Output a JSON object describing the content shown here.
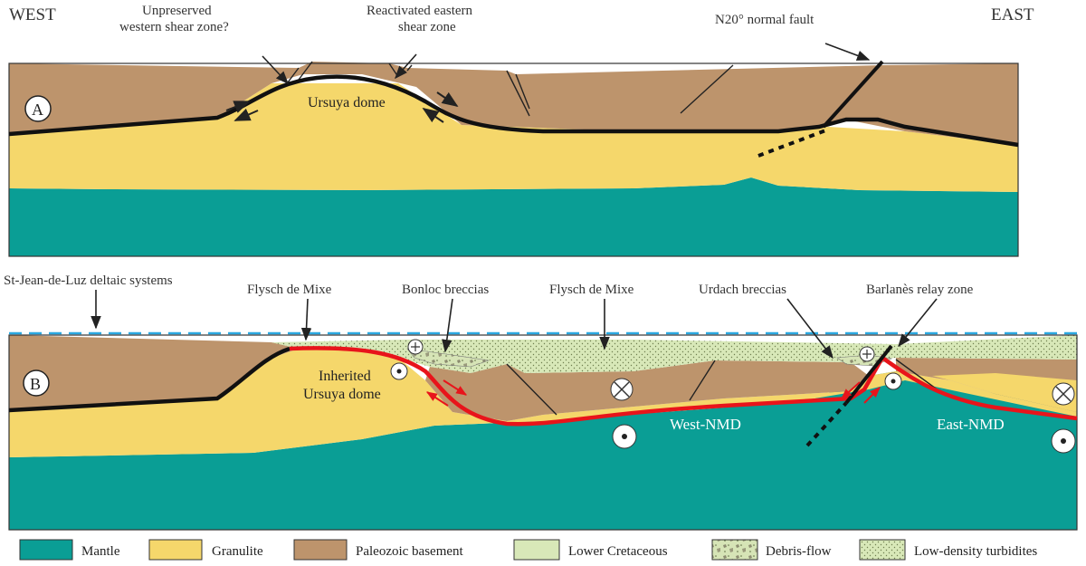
{
  "orientation": {
    "west": "WEST",
    "east": "EAST"
  },
  "panel_a": {
    "letter": "A",
    "labels": {
      "unpreserved_1": "Unpreserved",
      "unpreserved_2": "western shear zone?",
      "reactivated_1": "Reactivated eastern",
      "reactivated_2": "shear zone",
      "normal_fault": "N20° normal fault",
      "dome": "Ursuya dome"
    }
  },
  "panel_b": {
    "letter": "B",
    "labels": {
      "deltaic": "St-Jean-de-Luz deltaic systems",
      "flysch_1": "Flysch de Mixe",
      "bonloc": "Bonloc breccias",
      "flysch_2": "Flysch de Mixe",
      "urdach": "Urdach breccias",
      "barlanes": "Barlanès relay zone",
      "inherited_1": "Inherited",
      "inherited_2": "Ursuya dome",
      "west_nmd": "West-NMD",
      "east_nmd": "East-NMD"
    }
  },
  "legend": [
    {
      "label": "Mantle",
      "color": "#0a9e95",
      "pattern": "solid"
    },
    {
      "label": "Granulite",
      "color": "#f5d76b",
      "pattern": "solid"
    },
    {
      "label": "Paleozoic  basement",
      "color": "#bd946c",
      "pattern": "solid"
    },
    {
      "label": "Lower Cretaceous",
      "color": "#d8e8b8",
      "pattern": "solid"
    },
    {
      "label": "Debris-flow",
      "color": "#d6e4b6",
      "pattern": "debris"
    },
    {
      "label": "Low-density turbidites",
      "color": "#d8e8b8",
      "pattern": "dots"
    }
  ],
  "colors": {
    "mantle": "#0a9e95",
    "granulite": "#f5d76b",
    "basement": "#bd946c",
    "cretaceous": "#d8e8b8",
    "detachment_red": "#e8141b",
    "sea_level": "#2aa8e0"
  }
}
